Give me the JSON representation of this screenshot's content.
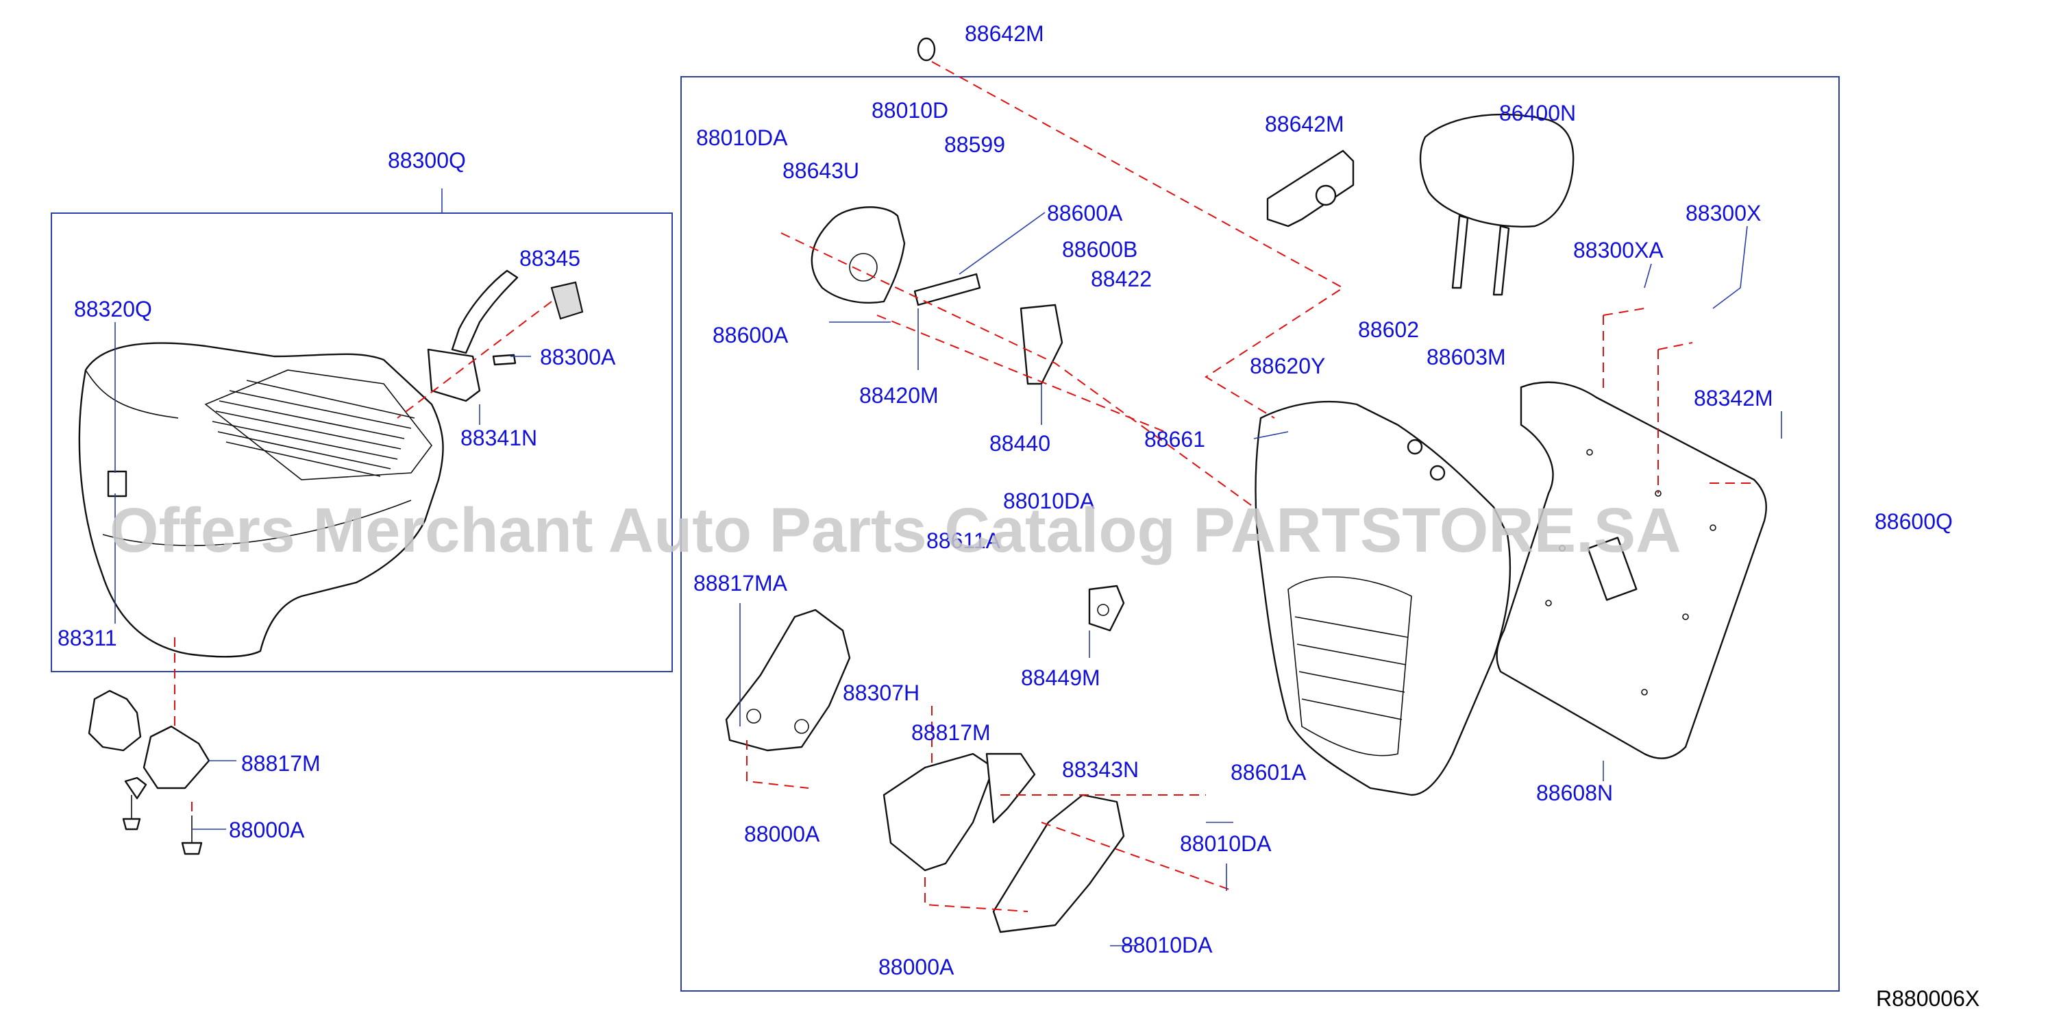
{
  "watermark": "Offers Merchant Auto Parts Catalog PARTSTORE.SA",
  "diagram_code": "R880006X",
  "labels": {
    "l88642M_top": "88642M",
    "l88300Q": "88300Q",
    "l88345": "88345",
    "l88320Q": "88320Q",
    "l88300A": "88300A",
    "l88341N": "88341N",
    "l88311": "88311",
    "l88817M_left": "88817M",
    "l88000A_left": "88000A",
    "l88010DA_a": "88010DA",
    "l88010D": "88010D",
    "l88643U": "88643U",
    "l88599": "88599",
    "l88600A_a": "88600A",
    "l88600B": "88600B",
    "l88422": "88422",
    "l88600A_b": "88600A",
    "l88420M": "88420M",
    "l88440": "88440",
    "l88661": "88661",
    "l88642M_mid": "88642M",
    "l86400N": "86400N",
    "l88300X": "88300X",
    "l88300XA": "88300XA",
    "l88602": "88602",
    "l88603M": "88603M",
    "l88620Y": "88620Y",
    "l88342M": "88342M",
    "l88600Q": "88600Q",
    "l88010DA_b": "88010DA",
    "l88611A": "88611A",
    "l88449M": "88449M",
    "l88817MA": "88817MA",
    "l88307H": "88307H",
    "l88817M_mid": "88817M",
    "l88000A_mid": "88000A",
    "l88343N": "88343N",
    "l88601A": "88601A",
    "l88010DA_c": "88010DA",
    "l88010DA_d": "88010DA",
    "l88000A_bot": "88000A",
    "l88608N": "88608N"
  }
}
